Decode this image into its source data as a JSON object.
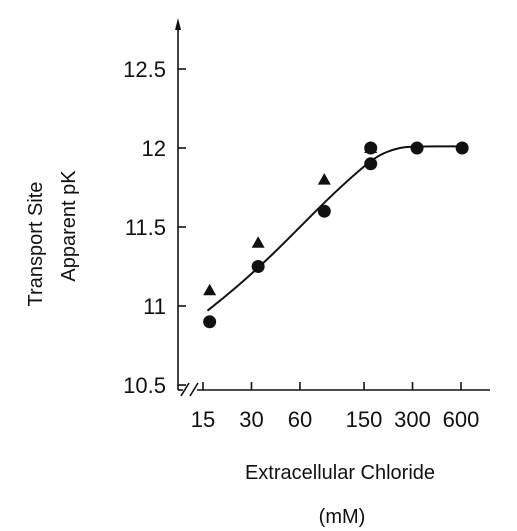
{
  "chart_data": {
    "type": "scatter",
    "xscale": "log",
    "x_ticks": [
      15,
      30,
      60,
      150,
      300,
      600
    ],
    "x_tick_labels": [
      "15",
      "30",
      "60",
      "150",
      "300",
      "600"
    ],
    "y_ticks": [
      10.5,
      11,
      11.5,
      12,
      12.5
    ],
    "y_tick_labels": [
      "10.5",
      "11",
      "11.5",
      "12",
      "12.5"
    ],
    "ylim": [
      10.5,
      12.8
    ],
    "axis_break": true,
    "xlabel": "Extracellular Chloride",
    "xlabel_unit": "(mM)",
    "ylabel_line1": "Transport Site",
    "ylabel_line2": "Apparent pK",
    "series": [
      {
        "marker": "triangle",
        "points": [
          [
            16.5,
            11.1
          ],
          [
            33,
            11.4
          ],
          [
            85,
            11.8
          ],
          [
            165,
            12.0
          ]
        ]
      },
      {
        "marker": "circle",
        "points": [
          [
            16.5,
            10.9
          ],
          [
            33,
            11.25
          ],
          [
            85,
            11.6
          ],
          [
            165,
            11.9
          ],
          [
            165,
            12.0
          ],
          [
            320,
            12.0
          ],
          [
            610,
            12.0
          ]
        ]
      }
    ],
    "fit_curve": [
      [
        16,
        10.97
      ],
      [
        25,
        11.13
      ],
      [
        40,
        11.32
      ],
      [
        60,
        11.5
      ],
      [
        90,
        11.68
      ],
      [
        130,
        11.83
      ],
      [
        180,
        11.95
      ],
      [
        240,
        12.0
      ],
      [
        300,
        12.01
      ],
      [
        620,
        12.01
      ]
    ],
    "colors": {
      "ink": "#111111",
      "background": "#ffffff"
    }
  }
}
